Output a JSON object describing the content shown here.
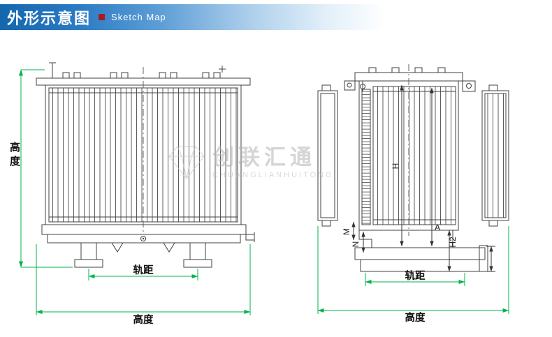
{
  "header": {
    "title": "外形示意图",
    "subtitle": "Sketch Map"
  },
  "watermark": {
    "cn": "创联汇通",
    "en": "CHUANGLIANHUITONG"
  },
  "front_view": {
    "dim_height_side": "高度",
    "dim_gauge": "轨距",
    "dim_width_bottom": "高度"
  },
  "side_view": {
    "dim_h": "H",
    "dim_a": "A",
    "dim_h2": "H2",
    "dim_m": "M",
    "dim_n": "N",
    "dim_gauge": "轨距",
    "dim_width_bottom": "高度"
  },
  "colors": {
    "dimension_green": "#00b44b",
    "drawing_line": "#404040",
    "header_blue": "#1467ae",
    "accent_red": "#a61b1f"
  }
}
